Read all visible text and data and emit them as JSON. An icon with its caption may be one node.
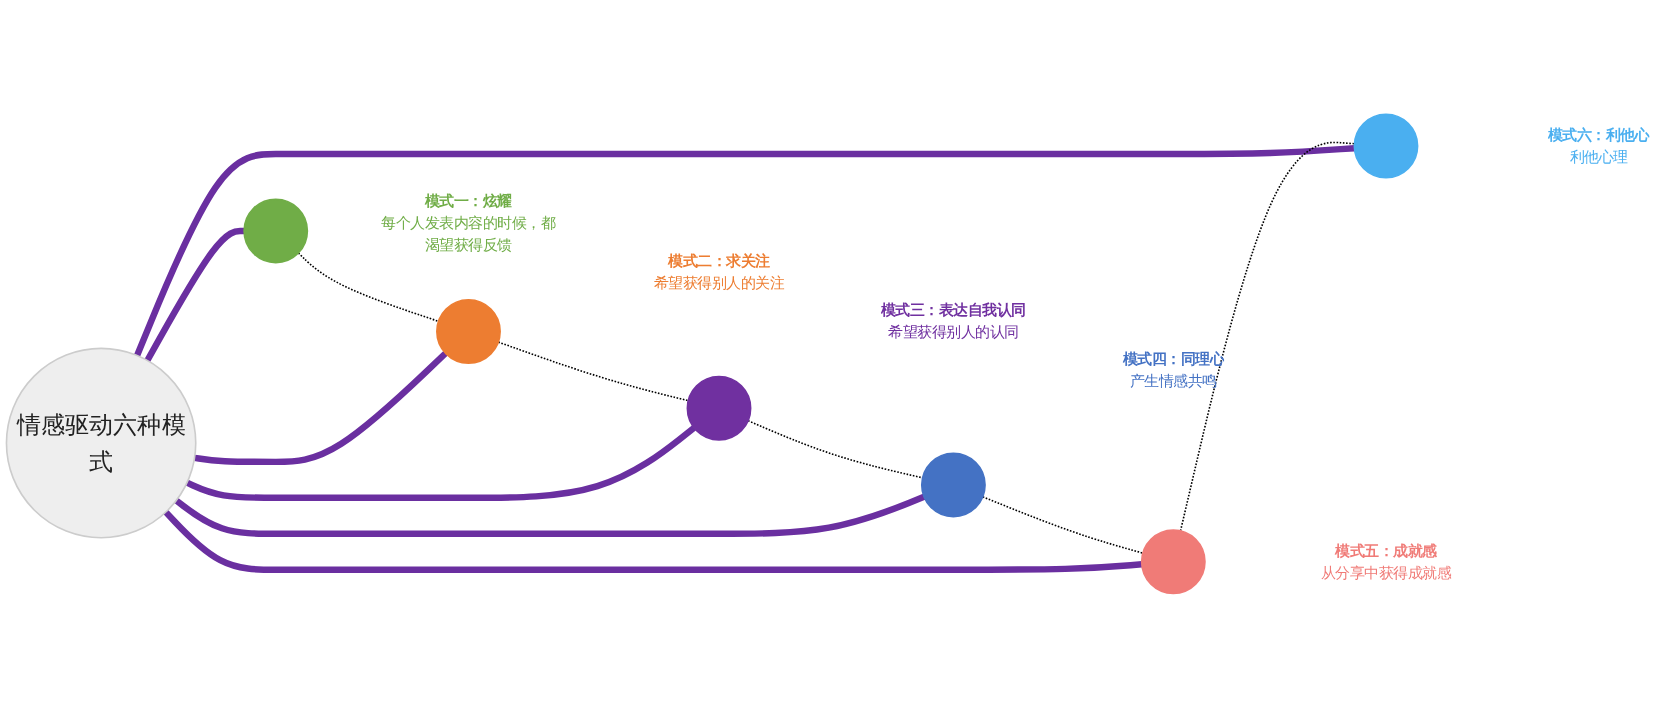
{
  "diagram": {
    "nodes": [
      {
        "text": [
          "情感驱动六种模式"
        ]
      },
      {
        "text": [],
        "shape": "circle",
        "beside": [
          "模式一：炫耀",
          "每个人发表内容的时候，都渴望获得反馈"
        ]
      },
      {
        "text": [],
        "shape": "circle",
        "beside": [
          "模式二：求关注",
          "希望获得别人的关注"
        ]
      },
      {
        "text": [],
        "shape": "circle",
        "beside": [
          "模式三：表达自我认同",
          "希望获得别人的认同"
        ]
      },
      {
        "text": [],
        "shape": "circle",
        "beside": [
          "模式四：同理心",
          "产生情感共鸣"
        ]
      },
      {
        "text": [],
        "shape": "circle",
        "beside": [
          "模式五：成就感",
          "从分享中获得成就感"
        ]
      },
      {
        "text": [],
        "shape": "circle",
        "beside": [
          "模式六：利他心",
          "利他心理"
        ]
      }
    ],
    "edges": [
      {
        "from": 0,
        "to": 1,
        "arrow": "none"
      },
      {
        "from": 0,
        "to": 2,
        "arrow": "none"
      },
      {
        "from": 0,
        "to": 3,
        "arrow": "none"
      },
      {
        "from": 0,
        "to": 4,
        "arrow": "none"
      },
      {
        "from": 0,
        "to": 5,
        "arrow": "none"
      },
      {
        "from": 0,
        "to": 6,
        "arrow": "none"
      },
      {
        "from": 1,
        "to": 2,
        "arrow": "none",
        "style": "dashed",
        "color": "#000000"
      },
      {
        "from": 2,
        "to": 3,
        "arrow": "none",
        "style": "dashed",
        "color": "#000000"
      },
      {
        "from": 3,
        "to": 4,
        "arrow": "none",
        "style": "dashed",
        "color": "#000000"
      },
      {
        "from": 4,
        "to": 5,
        "arrow": "none",
        "style": "dashed",
        "color": "#000000"
      },
      {
        "from": 5,
        "to": 6,
        "arrow": "none",
        "style": "dashed",
        "color": "#000000"
      }
    ]
  }
}
